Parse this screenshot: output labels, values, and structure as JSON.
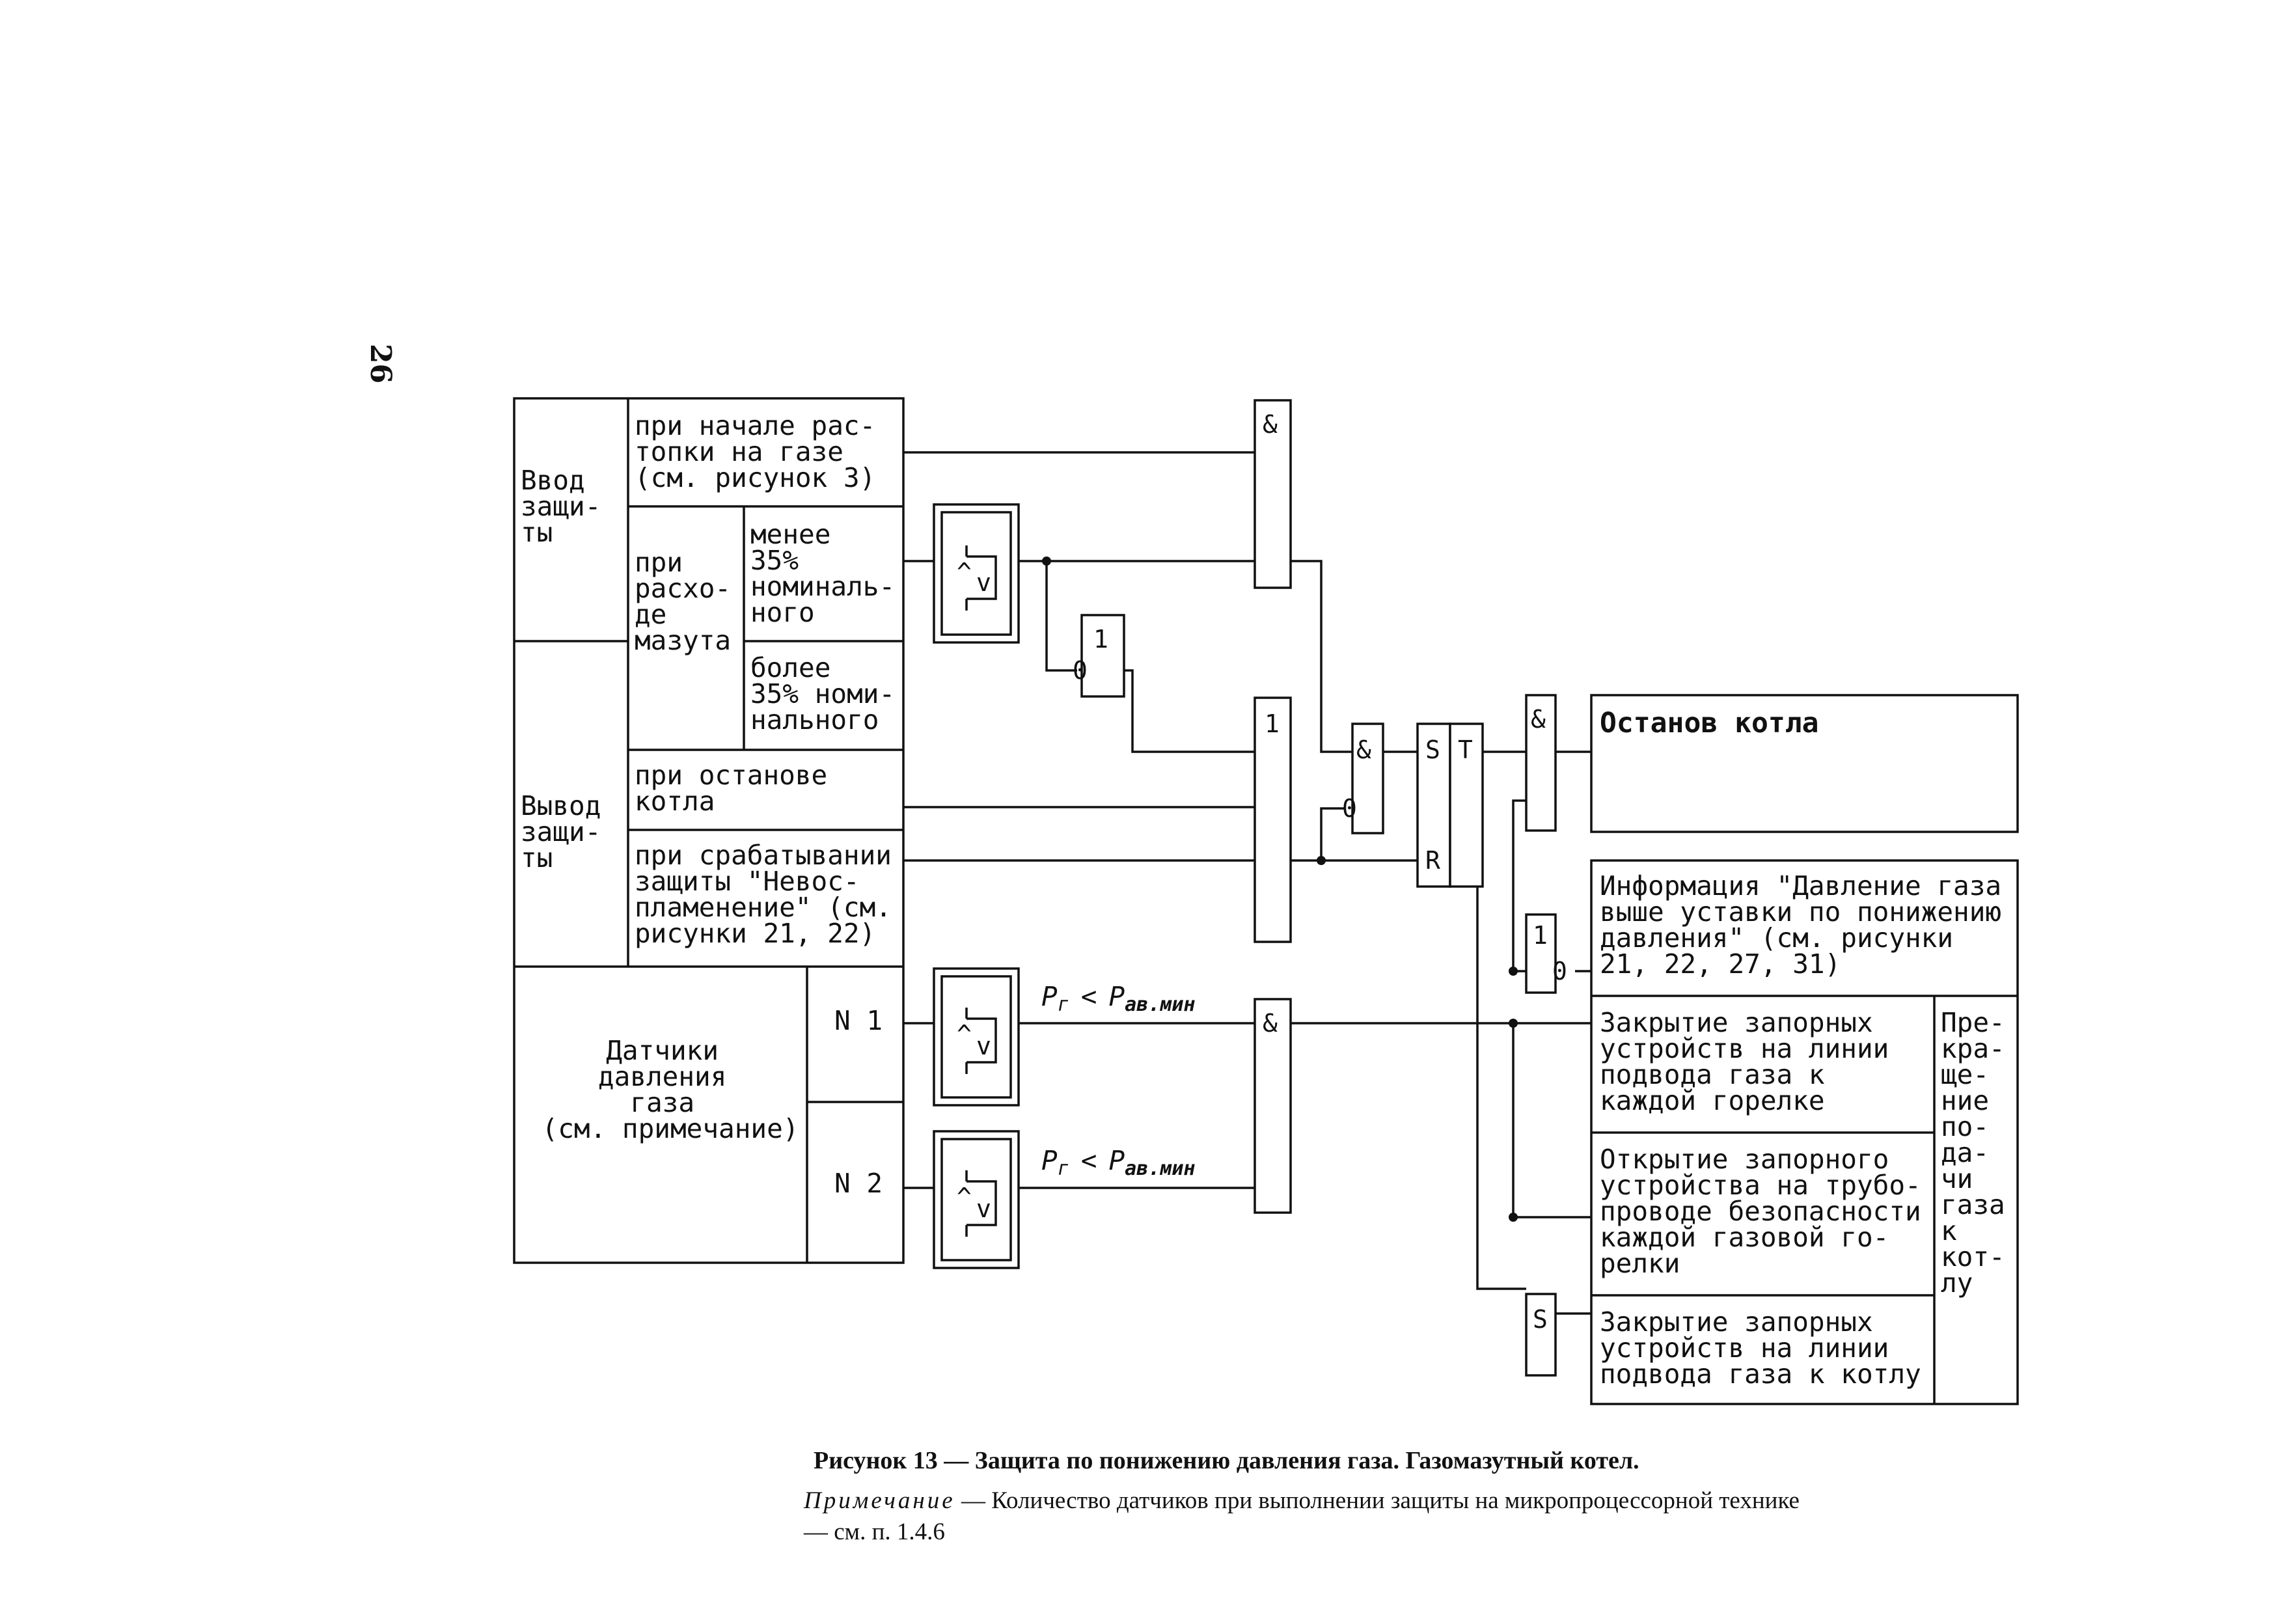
{
  "page_number": "26",
  "inputs": {
    "group_enable": [
      "Ввод",
      "защи-",
      "ты"
    ],
    "group_disable": [
      "Вывод",
      "защи-",
      "ты"
    ],
    "start_on_gas": [
      "при начале рас-",
      "топки на газе",
      "(см. рисунок 3)"
    ],
    "fuel_oil_flow": [
      "при",
      "расхо-",
      "де",
      "мазута"
    ],
    "less_35": [
      "менее",
      "35%",
      "номиналь-",
      "ного"
    ],
    "more_35": [
      "более",
      "35% номи-",
      "нального"
    ],
    "on_boiler_stop": [
      "при останове",
      "котла"
    ],
    "on_flame_failure": [
      "при срабатывании",
      "защиты \"Невос-",
      "пламенение\" (см.",
      "рисунки 21, 22)"
    ],
    "sensors": [
      "Датчики",
      "давления",
      "газа",
      "(см. примечание)"
    ],
    "sensor_1": "N 1",
    "sensor_2": "N 2"
  },
  "conditions": {
    "pressure_sym": "P",
    "pressure_sub": "г",
    "relation": "<",
    "setpoint_sym": "P",
    "setpoint_sub": "ав.мин"
  },
  "gates": {
    "and": "&",
    "or": "1",
    "inv": "0",
    "set": "S",
    "reset": "R",
    "trigger": "T",
    "comparator_gt": "^",
    "comparator_lt": "v"
  },
  "outputs": {
    "boiler_stop": "Останов котла",
    "info_pressure": [
      "Информация \"Давление газа",
      "выше уставки по понижению",
      "давления\" (см. рисунки",
      "21, 22, 27, 31)"
    ],
    "close_each_burner": [
      "Закрытие запорных",
      "устройств на линии",
      "подвода газа к",
      "каждой горелке"
    ],
    "open_safety_pipe": [
      "Открытие запорного",
      "устройства на трубо-",
      "проводе безопасности",
      "каждой газовой го-",
      "релки"
    ],
    "close_boiler_line": [
      "Закрытие запорных",
      "устройств на линии",
      "подвода газа к котлу"
    ],
    "stop_gas_supply": [
      "Пре-",
      "кра-",
      "ще-",
      "ние",
      "по-",
      "да-",
      "чи",
      "газа",
      "к",
      "кот-",
      "лу"
    ]
  },
  "caption": "Рисунок 13 — Защита по понижению давления газа. Газомазутный котел.",
  "note_label": "Примечание",
  "note_text": " — Количество датчиков при выполнении защиты на микропроцессорной технике — см. п. 1.4.6"
}
